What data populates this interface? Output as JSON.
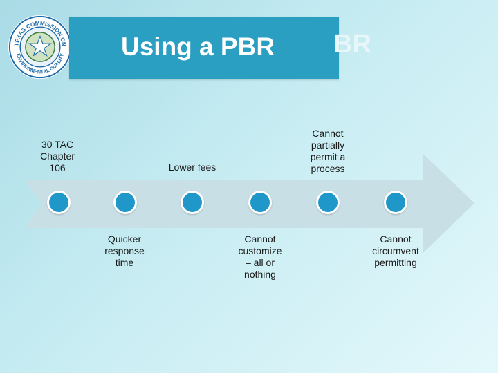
{
  "header": {
    "title": "Using a PBR",
    "title_ghost": "BR",
    "seal_text_top": "TEXAS COMMISSION ON",
    "seal_text_bottom": "ENVIRONMENTAL QUALITY"
  },
  "timeline": {
    "above": [
      {
        "text": "30 TAC\nChapter\n106"
      },
      {
        "text": "Lower fees"
      },
      {
        "text": "Cannot\npartially\npermit a\nprocess"
      }
    ],
    "below": [
      {
        "text": "Quicker\nresponse\ntime"
      },
      {
        "text": "Cannot\ncustomize\n– all or\nnothing"
      },
      {
        "text": "Cannot\ncircumvent\npermitting"
      }
    ]
  },
  "colors": {
    "title_bar": "#2b9fc1",
    "node": "#1f97c9",
    "arrow": "#c9dfe6"
  }
}
